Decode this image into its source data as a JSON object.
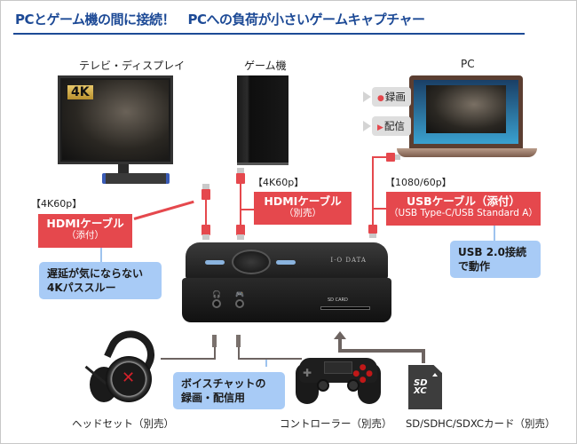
{
  "title": "PCとゲーム機の間に接続！　PCへの負荷が小さいゲームキャプチャー",
  "devices": {
    "tv": {
      "label": "テレビ・ディスプレイ",
      "badge": "4K"
    },
    "console": {
      "label": "ゲーム機"
    },
    "pc": {
      "label": "PC",
      "tags": [
        {
          "icon": "record-dot-icon",
          "glyph": "●",
          "label": "録画"
        },
        {
          "icon": "play-triangle-icon",
          "glyph": "▶",
          "label": "配信"
        }
      ]
    },
    "capture": {
      "brand": "I·O DATA",
      "sd_slot_label": "SD CARD"
    },
    "headset": {
      "label": "ヘッドセット（別売）"
    },
    "controller": {
      "label": "コントローラー（別売）"
    },
    "sdcard": {
      "label": "SD/SDHC/SDXCカード（別売）",
      "logo_top": "SD",
      "logo_bottom": "XC"
    }
  },
  "cables": {
    "tv_hdmi": {
      "spec": "【4K60p】",
      "name": "HDMIケーブル",
      "note": "（添付）"
    },
    "console_hdmi": {
      "spec": "【4K60p】",
      "name": "HDMIケーブル",
      "note": "（別売）"
    },
    "pc_usb": {
      "spec": "【1080/60p】",
      "name": "USBケーブル（添付）",
      "note": "（USB Type-C/USB Standard A）"
    }
  },
  "callouts": {
    "passthrough": {
      "line1": "遅延が気にならない",
      "line2": "4Kパススルー"
    },
    "usb2": {
      "line1": "USB 2.0接続",
      "line2": "で動作"
    },
    "voice": {
      "line1": "ボイスチャットの",
      "line2": "録画・配信用"
    }
  },
  "colors": {
    "title": "#1d4a96",
    "cable_red": "#e5484d",
    "callout_blue": "#a8cbf6",
    "sd_arrow_gray": "#6d6461"
  }
}
